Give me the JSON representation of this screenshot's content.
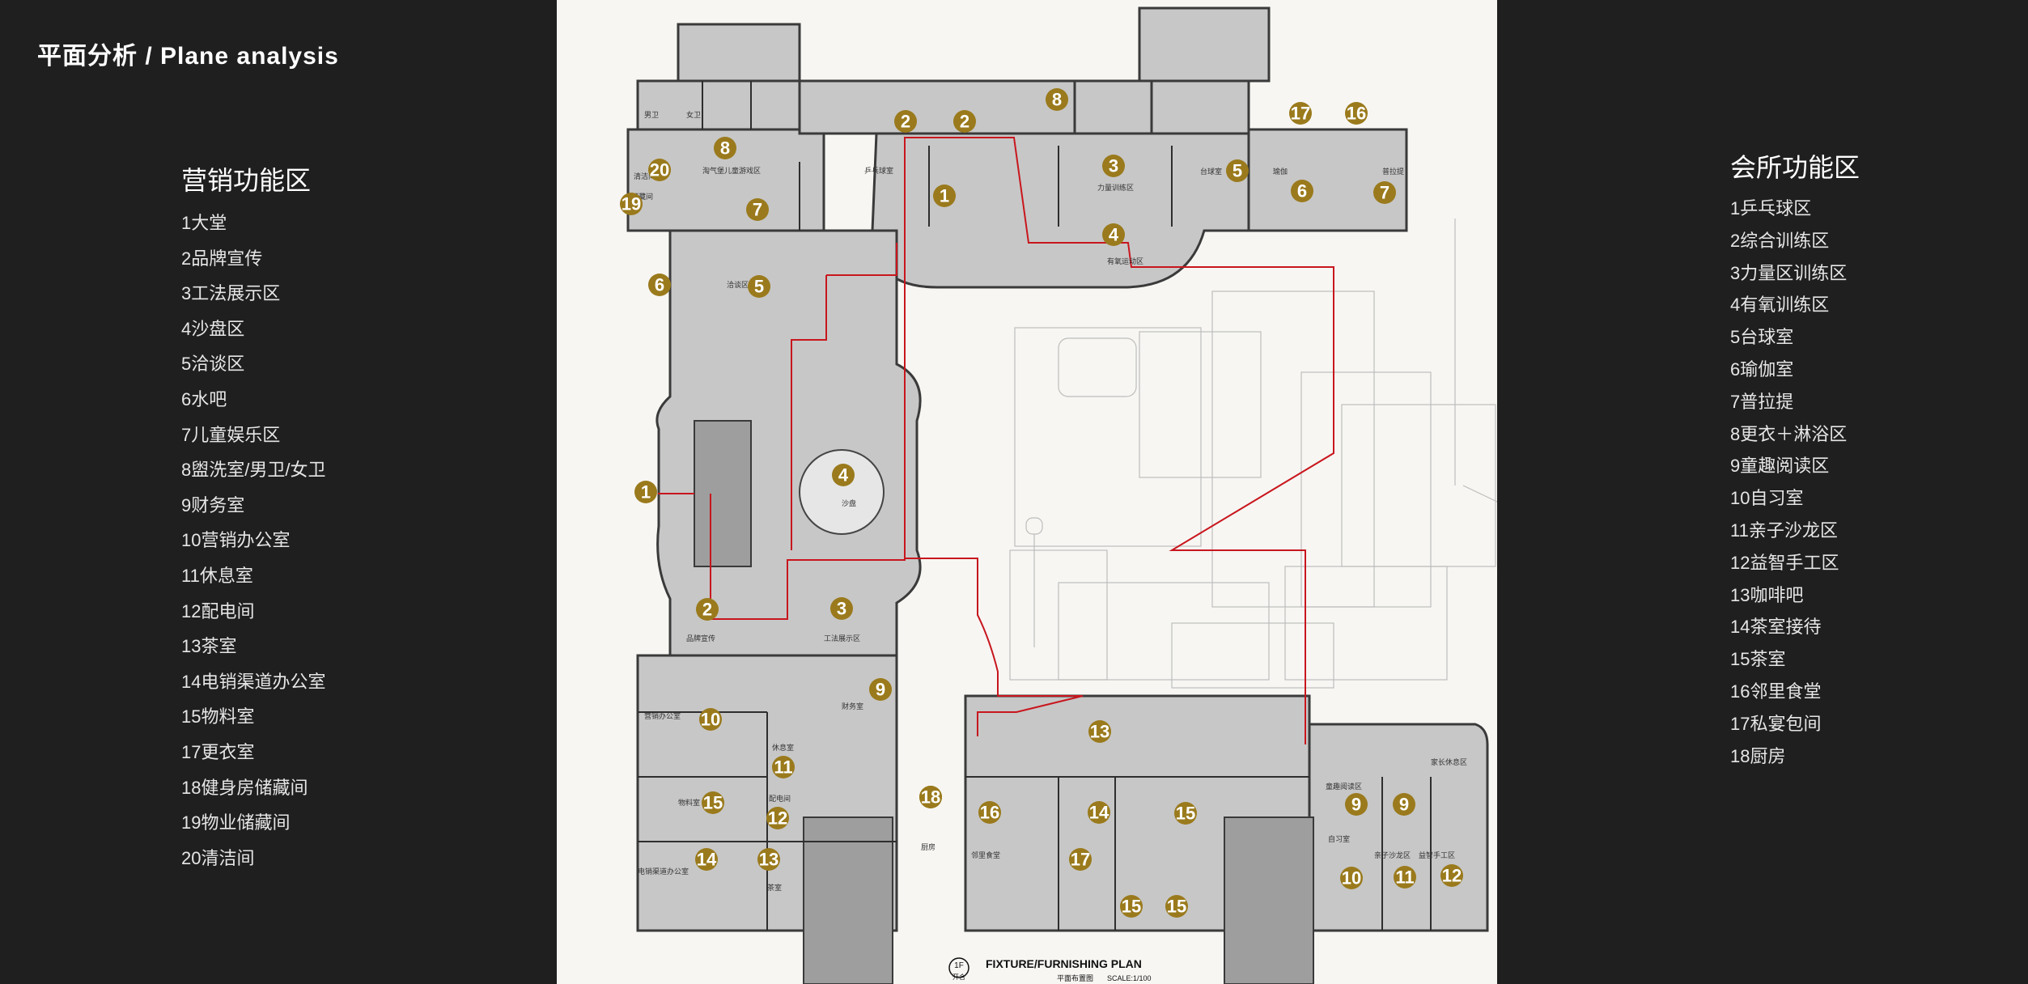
{
  "page_title": "平面分析 / Plane analysis",
  "left_legend": {
    "heading": "营销功能区",
    "items": [
      "1大堂",
      "2品牌宣传",
      "3工法展示区",
      "4沙盘区",
      "5洽谈区",
      "6水吧",
      "7儿童娱乐区",
      "8盥洗室/男卫/女卫",
      "9财务室",
      "10营销办公室",
      "11休息室",
      "12配电间",
      "13茶室",
      "14电销渠道办公室",
      "15物料室",
      "17更衣室",
      "18健身房储藏间",
      "19物业储藏间",
      "20清洁间"
    ]
  },
  "right_legend": {
    "heading": "会所功能区",
    "items": [
      "1乒乓球区",
      "2综合训练区",
      "3力量区训练区",
      "4有氧训练区",
      "5台球室",
      "6瑜伽室",
      "7普拉提",
      "8更衣＋淋浴区",
      "9童趣阅读区",
      "10自习室",
      "11亲子沙龙区",
      "12益智手工区",
      "13咖啡吧",
      "14茶室接待",
      "15茶室",
      "16邻里食堂",
      "17私宴包间",
      "18厨房"
    ]
  },
  "floor_plan": {
    "caption": "FIXTURE/FURNISHING PLAN",
    "subcaption": "平面布置图",
    "scale": "SCALE:1/100",
    "floor_tag": "1F",
    "floor_sub": "开合",
    "badge_color": "#9a7a1c",
    "route_color": "#c8161d",
    "badges": [
      "1",
      "2",
      "3",
      "4",
      "5",
      "6",
      "7",
      "8",
      "9",
      "10",
      "11",
      "12",
      "13",
      "14",
      "15",
      "17",
      "18",
      "19",
      "20",
      "1",
      "2",
      "2",
      "3",
      "4",
      "5",
      "6",
      "7",
      "8",
      "9",
      "9",
      "10",
      "11",
      "12",
      "13",
      "14",
      "15",
      "15",
      "15",
      "16",
      "16",
      "17",
      "18"
    ],
    "room_labels": [
      "男卫",
      "女卫",
      "清洁间",
      "储藏间",
      "淘气堡儿童游戏区",
      "乒乓球室",
      "力量训练区",
      "台球室",
      "瑜伽",
      "普拉提",
      "有氧运动区",
      "洽谈区",
      "沙盘",
      "品牌宣传",
      "工法展示区",
      "营销办公室",
      "财务室",
      "休息室",
      "配电间",
      "物料室",
      "电销渠道办公室",
      "茶室",
      "厨房",
      "邻里食堂",
      "童趣阅读区",
      "自习室",
      "亲子沙龙区",
      "益智手工区",
      "家长休息区"
    ]
  }
}
